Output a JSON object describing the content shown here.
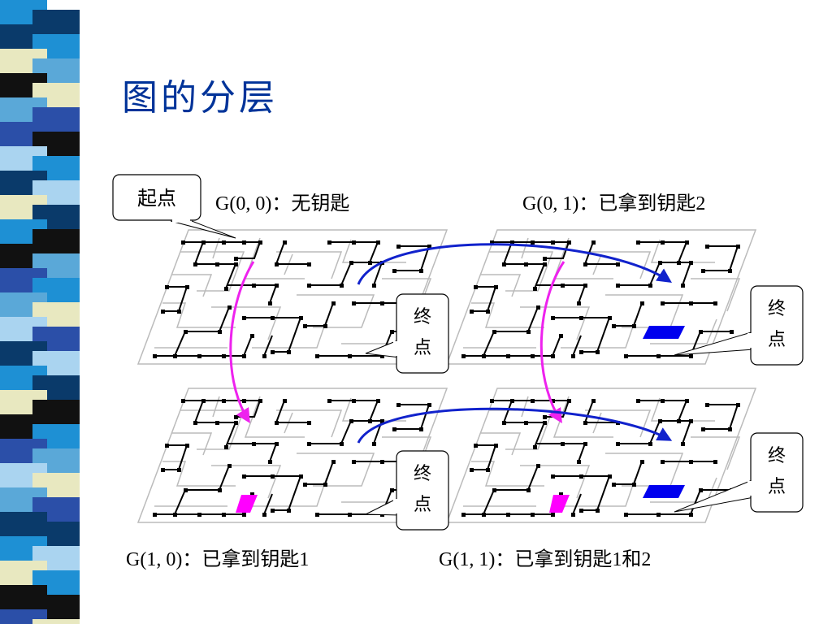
{
  "title": "图的分层",
  "start_label": "起点",
  "layers": [
    {
      "id": "g00",
      "label": "G(0, 0)：无钥匙"
    },
    {
      "id": "g01",
      "label": "G(0, 1)：已拿到钥匙2"
    },
    {
      "id": "g10",
      "label": "G(1, 0)：已拿到钥匙1"
    },
    {
      "id": "g11",
      "label": "G(1, 1)：已拿到钥匙1和2"
    }
  ],
  "end_label_lines": [
    "终",
    "点"
  ],
  "colors": {
    "title": "#003399",
    "key1": "#ff00ff",
    "key2": "#0000ee",
    "transition_key1": "#ee22ee",
    "transition_key2": "#1122cc",
    "maze_wall": "#bbbbbb",
    "maze_path": "#000000"
  },
  "side_strip_colors": [
    "#1e90d4",
    "#0a3a6a",
    "#e8e8c0",
    "#111111",
    "#5aa8d8",
    "#2b4fa8",
    "#aad4f0",
    "#ffffff"
  ]
}
